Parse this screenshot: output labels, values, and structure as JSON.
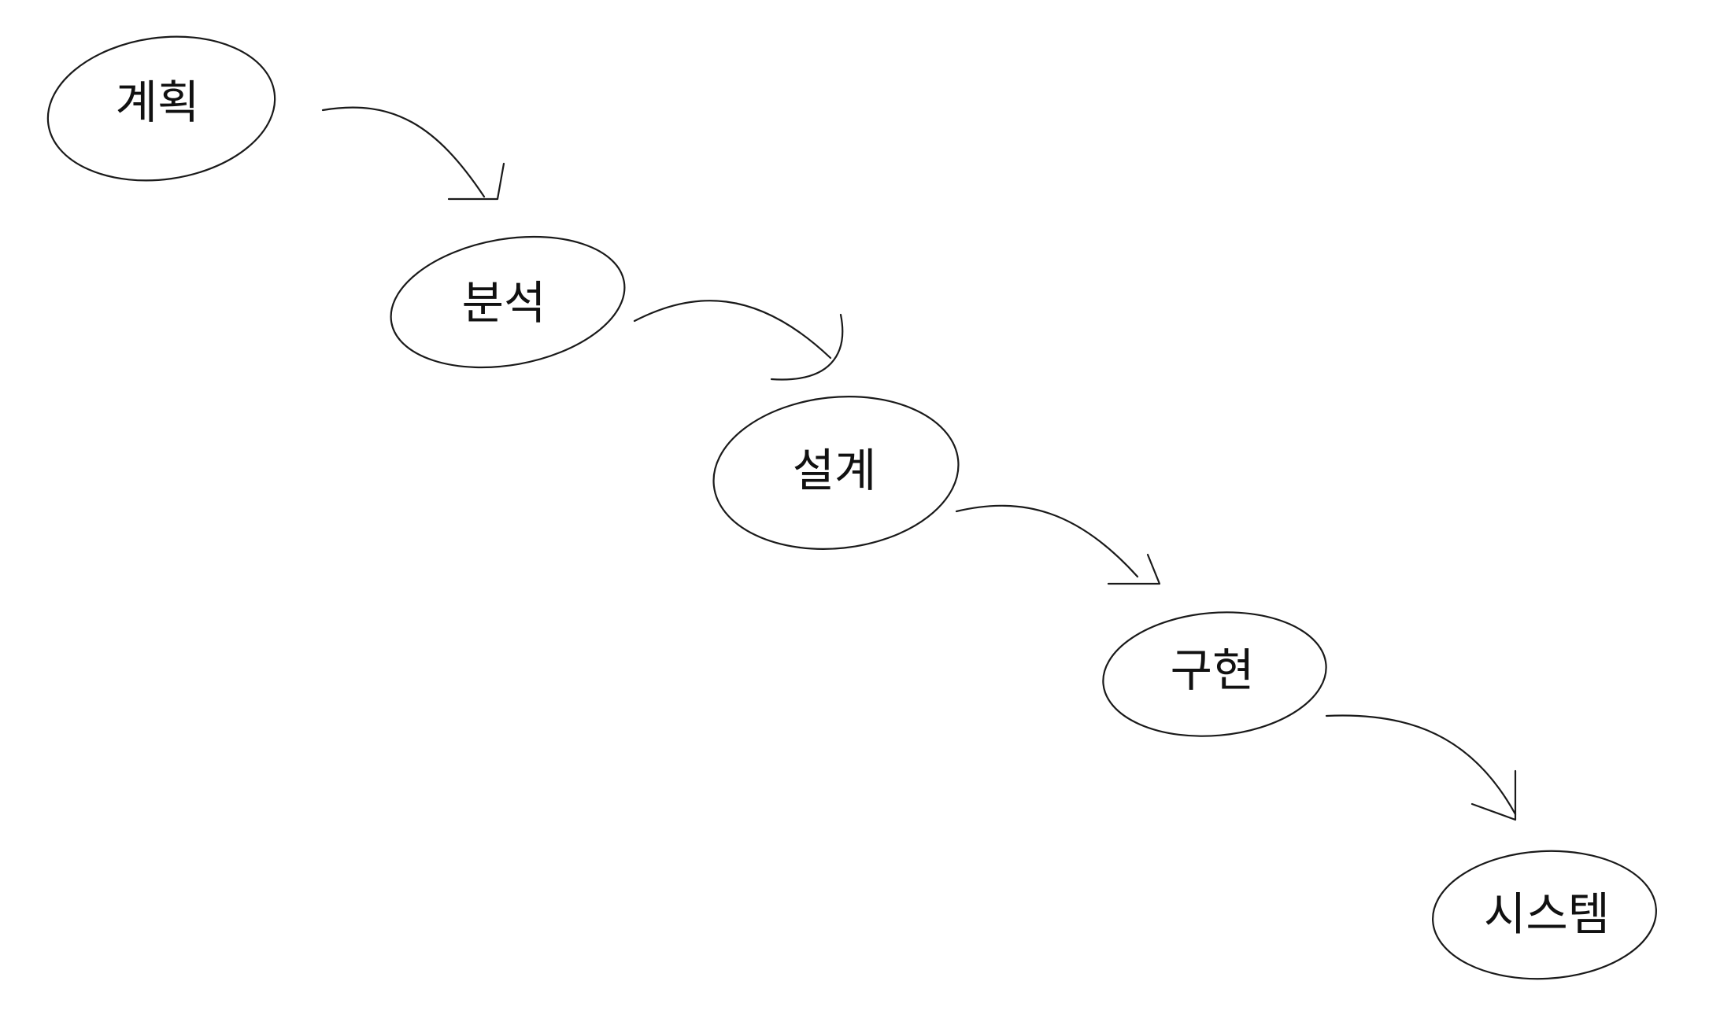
{
  "diagram": {
    "nodes": [
      {
        "id": "plan",
        "label": "계획"
      },
      {
        "id": "analysis",
        "label": "분석"
      },
      {
        "id": "design",
        "label": "설계"
      },
      {
        "id": "implementation",
        "label": "구현"
      },
      {
        "id": "system",
        "label": "시스템"
      }
    ],
    "edges": [
      {
        "from": "plan",
        "to": "analysis"
      },
      {
        "from": "analysis",
        "to": "design"
      },
      {
        "from": "design",
        "to": "implementation"
      },
      {
        "from": "implementation",
        "to": "system"
      }
    ],
    "colors": {
      "stroke": "#1a1a1a",
      "text": "#111111",
      "background": "#ffffff"
    }
  }
}
